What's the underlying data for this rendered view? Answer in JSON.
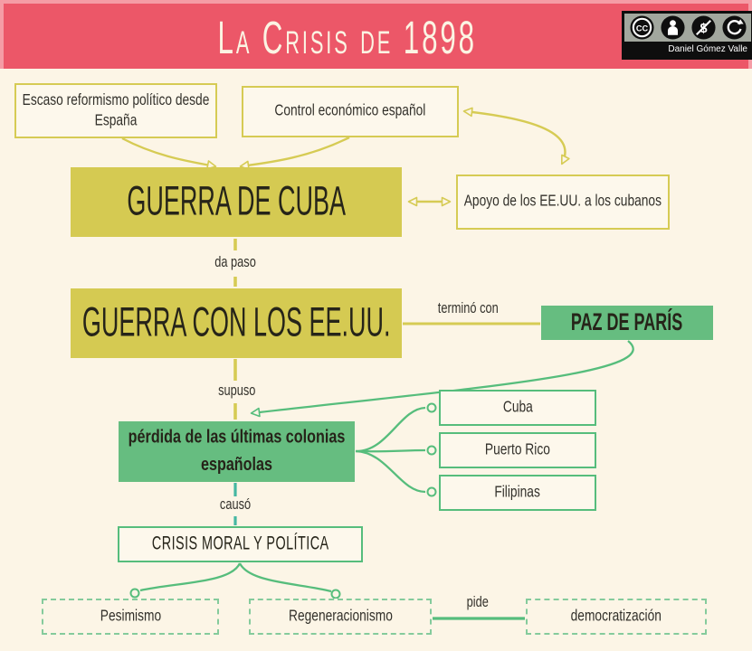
{
  "header": {
    "title": "La Crisis de 1898",
    "credit": "Daniel Gómez Valle",
    "license_icons": [
      "cc-icon",
      "by-person-icon",
      "nc-dollar-icon",
      "sa-arrow-icon"
    ]
  },
  "colors": {
    "header_pink": "#ec5768",
    "header_pink_light": "#f59ca5",
    "background_cream": "#fcf5e6",
    "yellow_accent": "#d6cb54",
    "yellow_node_fill": "#d5ca52",
    "green_accent": "#56bd7c",
    "green_node_fill": "#66bd80",
    "green_dashed": "#85cb9c",
    "teal_connector": "#45b7a2",
    "text_dark": "#33312b"
  },
  "nodes": {
    "escaso": {
      "label": "Escaso reformismo político desde España"
    },
    "control": {
      "label": "Control económico español"
    },
    "guerra_cuba": {
      "label": "GUERRA DE CUBA"
    },
    "apoyo": {
      "label": "Apoyo de los EE.UU. a los cubanos"
    },
    "guerra_eeuu": {
      "label": "GUERRA CON LOS EE.UU."
    },
    "paz": {
      "label": "PAZ DE PARÍS"
    },
    "perdida": {
      "label": "pérdida de las últimas colonias españolas"
    },
    "cuba": {
      "label": "Cuba"
    },
    "puerto_rico": {
      "label": "Puerto Rico"
    },
    "filipinas": {
      "label": "Filipinas"
    },
    "crisis": {
      "label": "CRISIS MORAL Y POLÍTICA"
    },
    "pesimismo": {
      "label": "Pesimismo"
    },
    "regeneracionismo": {
      "label": "Regeneracionismo"
    },
    "democratizacion": {
      "label": "democratización"
    }
  },
  "edge_labels": {
    "da_paso": "da paso",
    "termino_con": "terminó con",
    "supuso": "supuso",
    "causo": "causó",
    "pide": "pide"
  }
}
